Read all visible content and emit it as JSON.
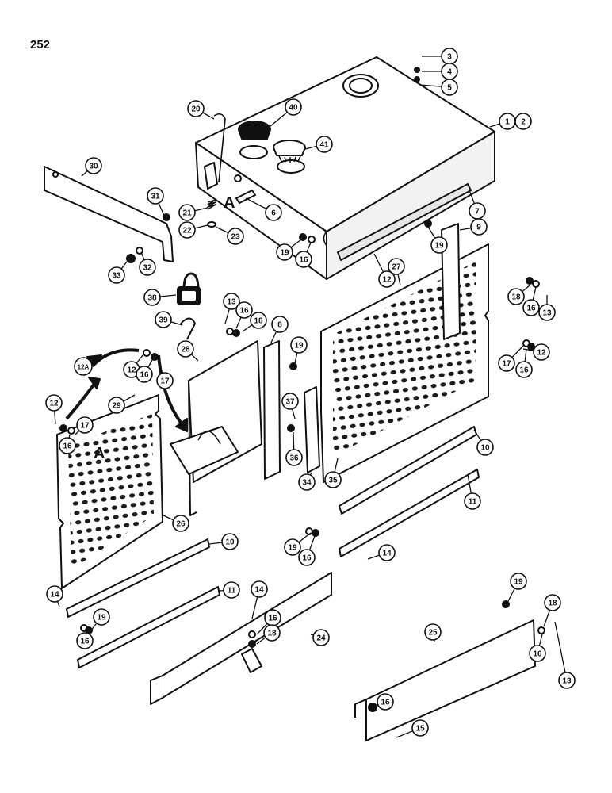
{
  "page": {
    "number": "252"
  },
  "diagram": {
    "inset_label": "A",
    "callouts": [
      {
        "id": "c1",
        "label": "1"
      },
      {
        "id": "c2",
        "label": "2"
      },
      {
        "id": "c3",
        "label": "3"
      },
      {
        "id": "c4",
        "label": "4"
      },
      {
        "id": "c5",
        "label": "5"
      },
      {
        "id": "c6",
        "label": "6"
      },
      {
        "id": "c7",
        "label": "7"
      },
      {
        "id": "c8",
        "label": "8"
      },
      {
        "id": "c9",
        "label": "9"
      },
      {
        "id": "c10a",
        "label": "10"
      },
      {
        "id": "c10b",
        "label": "10"
      },
      {
        "id": "c11a",
        "label": "11"
      },
      {
        "id": "c11b",
        "label": "11"
      },
      {
        "id": "c12a",
        "label": "12"
      },
      {
        "id": "c12b",
        "label": "12"
      },
      {
        "id": "c12c",
        "label": "12"
      },
      {
        "id": "c12d",
        "label": "12"
      },
      {
        "id": "c12e",
        "label": "12A"
      },
      {
        "id": "c13a",
        "label": "13"
      },
      {
        "id": "c13b",
        "label": "13"
      },
      {
        "id": "c13c",
        "label": "13"
      },
      {
        "id": "c14a",
        "label": "14"
      },
      {
        "id": "c14b",
        "label": "14"
      },
      {
        "id": "c14c",
        "label": "14"
      },
      {
        "id": "c15",
        "label": "15"
      },
      {
        "id": "c16a",
        "label": "16"
      },
      {
        "id": "c16b",
        "label": "16"
      },
      {
        "id": "c16c",
        "label": "16"
      },
      {
        "id": "c16d",
        "label": "16"
      },
      {
        "id": "c16e",
        "label": "16"
      },
      {
        "id": "c16f",
        "label": "16"
      },
      {
        "id": "c16g",
        "label": "16"
      },
      {
        "id": "c16h",
        "label": "16"
      },
      {
        "id": "c16i",
        "label": "16"
      },
      {
        "id": "c16j",
        "label": "16"
      },
      {
        "id": "c16k",
        "label": "16"
      },
      {
        "id": "c17a",
        "label": "17"
      },
      {
        "id": "c17b",
        "label": "17"
      },
      {
        "id": "c17c",
        "label": "17"
      },
      {
        "id": "c18a",
        "label": "18"
      },
      {
        "id": "c18b",
        "label": "18"
      },
      {
        "id": "c18c",
        "label": "18"
      },
      {
        "id": "c18d",
        "label": "18"
      },
      {
        "id": "c19a",
        "label": "19"
      },
      {
        "id": "c19b",
        "label": "19"
      },
      {
        "id": "c19c",
        "label": "19"
      },
      {
        "id": "c19d",
        "label": "19"
      },
      {
        "id": "c19e",
        "label": "19"
      },
      {
        "id": "c19f",
        "label": "19"
      },
      {
        "id": "c20",
        "label": "20"
      },
      {
        "id": "c21",
        "label": "21"
      },
      {
        "id": "c22",
        "label": "22"
      },
      {
        "id": "c23",
        "label": "23"
      },
      {
        "id": "c24",
        "label": "24"
      },
      {
        "id": "c25",
        "label": "25"
      },
      {
        "id": "c26",
        "label": "26"
      },
      {
        "id": "c27",
        "label": "27"
      },
      {
        "id": "c28",
        "label": "28"
      },
      {
        "id": "c29",
        "label": "29"
      },
      {
        "id": "c30",
        "label": "30"
      },
      {
        "id": "c31",
        "label": "31"
      },
      {
        "id": "c32",
        "label": "32"
      },
      {
        "id": "c33",
        "label": "33"
      },
      {
        "id": "c34",
        "label": "34"
      },
      {
        "id": "c35",
        "label": "35"
      },
      {
        "id": "c36",
        "label": "36"
      },
      {
        "id": "c37",
        "label": "37"
      },
      {
        "id": "c38",
        "label": "38"
      },
      {
        "id": "c39",
        "label": "39"
      },
      {
        "id": "c40",
        "label": "40"
      },
      {
        "id": "c41",
        "label": "41"
      }
    ]
  }
}
